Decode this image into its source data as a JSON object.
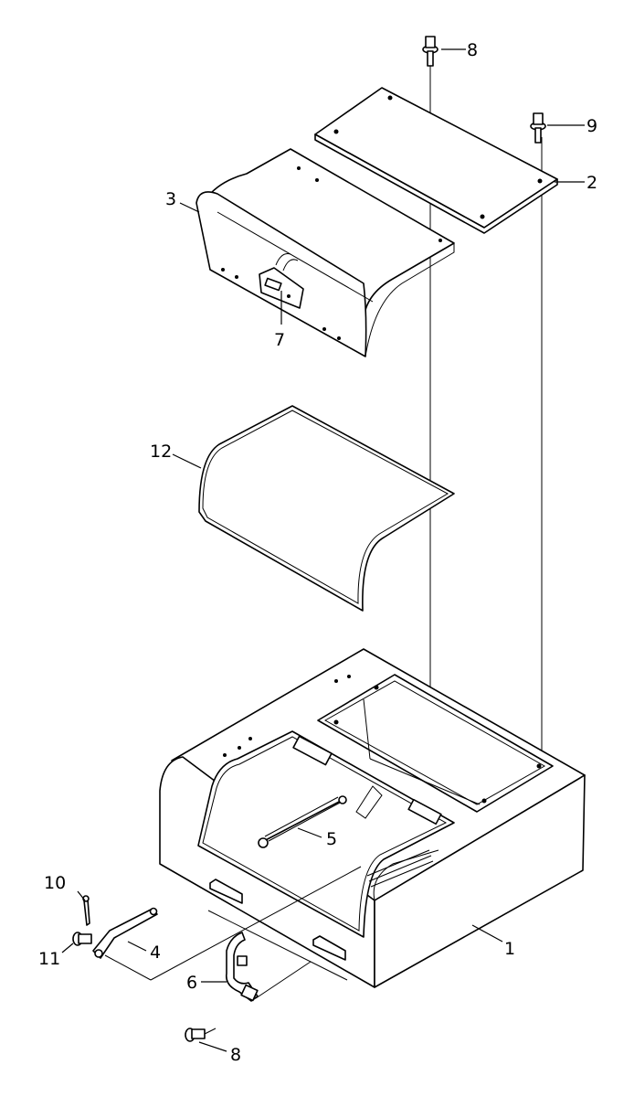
{
  "callouts": {
    "c1": "1",
    "c2": "2",
    "c3": "3",
    "c4": "4",
    "c5": "5",
    "c6": "6",
    "c7": "7",
    "c8_top": "8",
    "c8_bottom": "8",
    "c9": "9",
    "c10": "10",
    "c11": "11",
    "c12": "12"
  }
}
